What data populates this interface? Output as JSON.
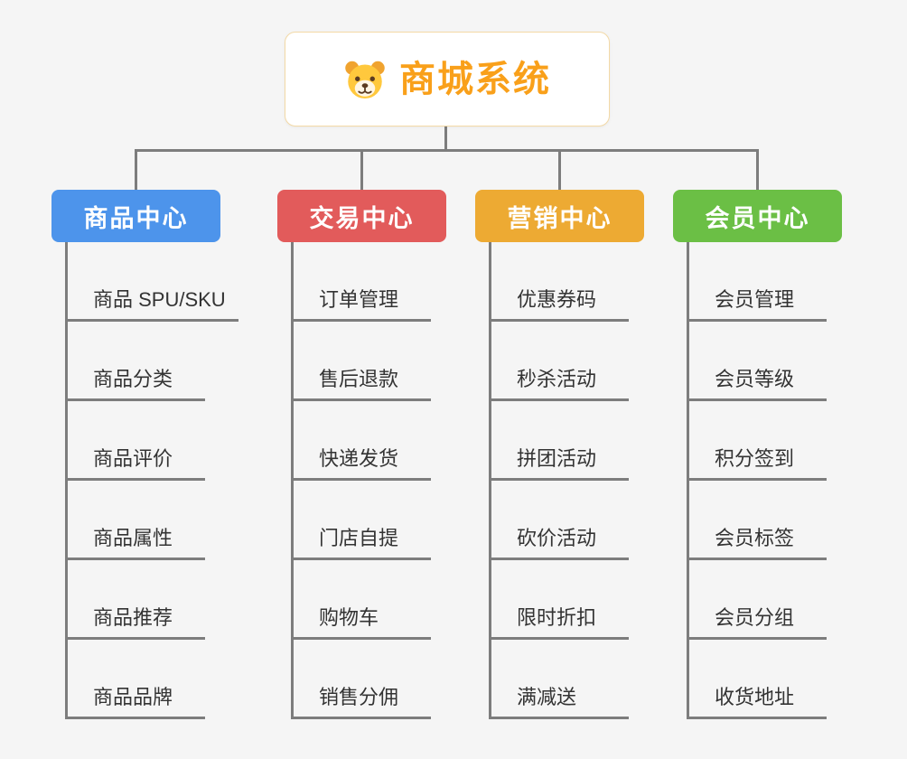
{
  "root": {
    "title": "商城系统",
    "accent_color": "#f9a01a",
    "border_color": "#f3d9a6",
    "icon": "dog-icon"
  },
  "connector_color": "#7d7d7d",
  "background_color": "#f5f5f5",
  "branches": [
    {
      "label": "商品中心",
      "color": "#4d94eb",
      "items": [
        "商品 SPU/SKU",
        "商品分类",
        "商品评价",
        "商品属性",
        "商品推荐",
        "商品品牌"
      ]
    },
    {
      "label": "交易中心",
      "color": "#e25b5b",
      "items": [
        "订单管理",
        "售后退款",
        "快递发货",
        "门店自提",
        "购物车",
        "销售分佣"
      ]
    },
    {
      "label": "营销中心",
      "color": "#edaa33",
      "items": [
        "优惠券码",
        "秒杀活动",
        "拼团活动",
        "砍价活动",
        "限时折扣",
        "满减送"
      ]
    },
    {
      "label": "会员中心",
      "color": "#6bbf45",
      "items": [
        "会员管理",
        "会员等级",
        "积分签到",
        "会员标签",
        "会员分组",
        "收货地址"
      ]
    }
  ]
}
